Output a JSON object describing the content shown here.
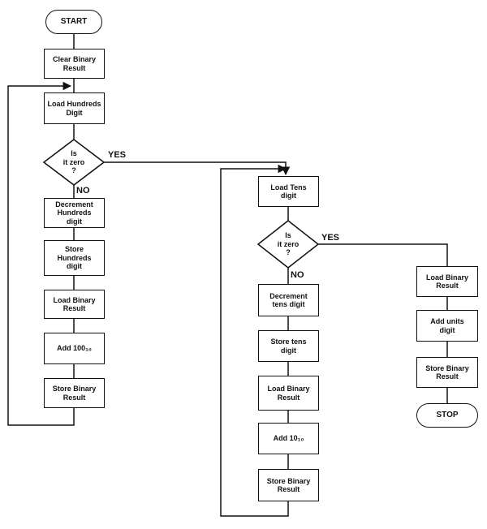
{
  "flowchart": {
    "start": "START",
    "clear_binary": "Clear Binary\nResult",
    "load_hundreds": "Load Hundreds\nDigit",
    "decision_1": "Is\nit zero\n?",
    "yes_1": "YES",
    "no_1": "NO",
    "decrement_hundreds": "Decrement\nHundreds\ndigit",
    "store_hundreds": "Store\nHundreds\ndigit",
    "load_binary_1": "Load Binary\nResult",
    "add_100": "Add 100₁₀",
    "store_binary_1": "Store Binary\nResult",
    "load_tens": "Load Tens\ndigit",
    "decision_2": "Is\nit zero\n?",
    "yes_2": "YES",
    "no_2": "NO",
    "decrement_tens": "Decrement\ntens digit",
    "store_tens": "Store tens\ndigit",
    "load_binary_2": "Load Binary\nResult",
    "add_10": "Add 10₁₀",
    "store_binary_2": "Store Binary\nResult",
    "load_binary_3": "Load Binary\nResult",
    "add_units": "Add units\ndigit",
    "store_binary_3": "Store Binary\nResult",
    "stop": "STOP"
  }
}
